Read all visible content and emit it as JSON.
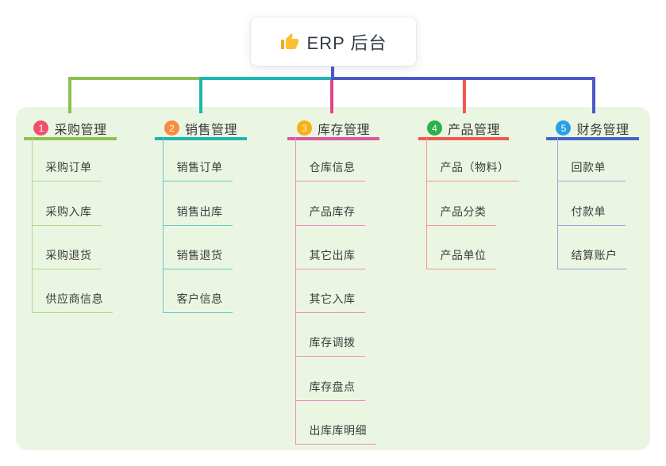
{
  "root": {
    "label": "ERP 后台",
    "icon": "thumbs-up-icon"
  },
  "branches": [
    {
      "badge": "1",
      "label": "采购管理",
      "color": "#8cc152",
      "light_color": "#b2d98b",
      "badge_color": "#f1506b",
      "children": [
        "采购订单",
        "采购入库",
        "采购退货",
        "供应商信息"
      ]
    },
    {
      "badge": "2",
      "label": "销售管理",
      "color": "#1eb6af",
      "light_color": "#63ccc6",
      "badge_color": "#fb8a3c",
      "children": [
        "销售订单",
        "销售出库",
        "销售退货",
        "客户信息"
      ]
    },
    {
      "badge": "3",
      "label": "库存管理",
      "color": "#dd58a1",
      "light_color": "#f089c1",
      "badge_color": "#fbaf17",
      "children": [
        "仓库信息",
        "产品库存",
        "其它出库",
        "其它入库",
        "库存调拨",
        "库存盘点",
        "出库库明细"
      ]
    },
    {
      "badge": "4",
      "label": "产品管理",
      "color": "#f4554e",
      "light_color": "#f9938e",
      "badge_color": "#2cb14c",
      "children": [
        "产品（物料）",
        "产品分类",
        "产品单位"
      ]
    },
    {
      "badge": "5",
      "label": "财务管理",
      "color": "#4363ca",
      "light_color": "#96a7de",
      "badge_color": "#2b9fe3",
      "children": [
        "回款单",
        "付款单",
        "结算账户"
      ]
    }
  ],
  "connector_colors": {
    "root": "#4a58c9",
    "branch1": "#8cc152",
    "branch2": "#1eb6af",
    "branch3": "#e54289",
    "branch4": "#f4554e",
    "branch5": "#4a58c9"
  },
  "panel_color": "#eaf6e2"
}
